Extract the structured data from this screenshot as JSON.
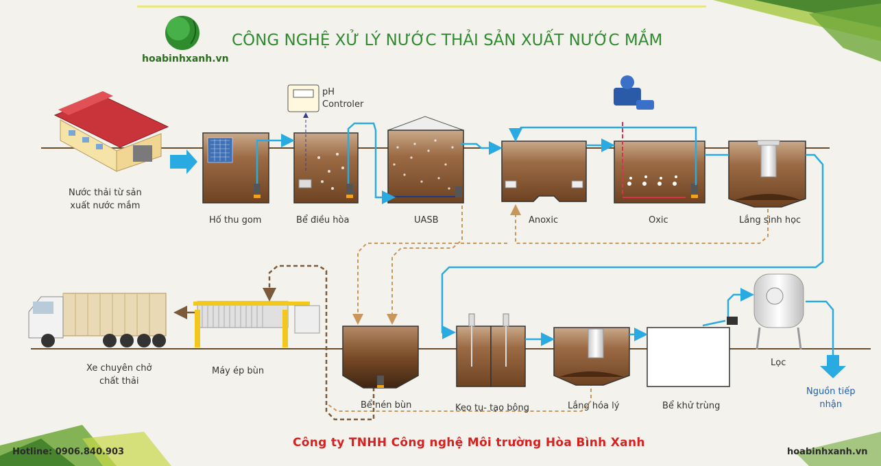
{
  "header": {
    "title": "CÔNG NGHỆ XỬ LÝ NƯỚC THẢI SẢN XUẤT NƯỚC MẮM",
    "brand": "hoabinhxanh.vn"
  },
  "units": {
    "source": "Nước thải từ sản\nxuất nước mắm",
    "collection_pit": "Hố thu gom",
    "equalization": "Bể điều hòa",
    "ph_controller": "pH\nControler",
    "uasb": "UASB",
    "anoxic": "Anoxic",
    "oxic": "Oxic",
    "bio_settling": "Lắng sinh học",
    "truck": "Xe chuyên chở\nchất thải",
    "press": "Máy ép bùn",
    "thickener": "Bể nén bùn",
    "coag": "Keo tụ- tạo bông",
    "chem_settling": "Lắng hóa lý",
    "disinfection": "Bể khử trùng",
    "filter": "Lọc",
    "receiver": "Nguồn tiếp\nnhận"
  },
  "footer": {
    "company": "Công ty TNHH Công nghệ Môi trường Hòa Bình Xanh",
    "hotline": "Hotline: 0906.840.903",
    "website": "hoabinhxanh.vn"
  },
  "colors": {
    "water_line": "#29abe2",
    "sludge_line": "#c8955a",
    "title": "#2e8b2e",
    "company": "#d72020"
  }
}
